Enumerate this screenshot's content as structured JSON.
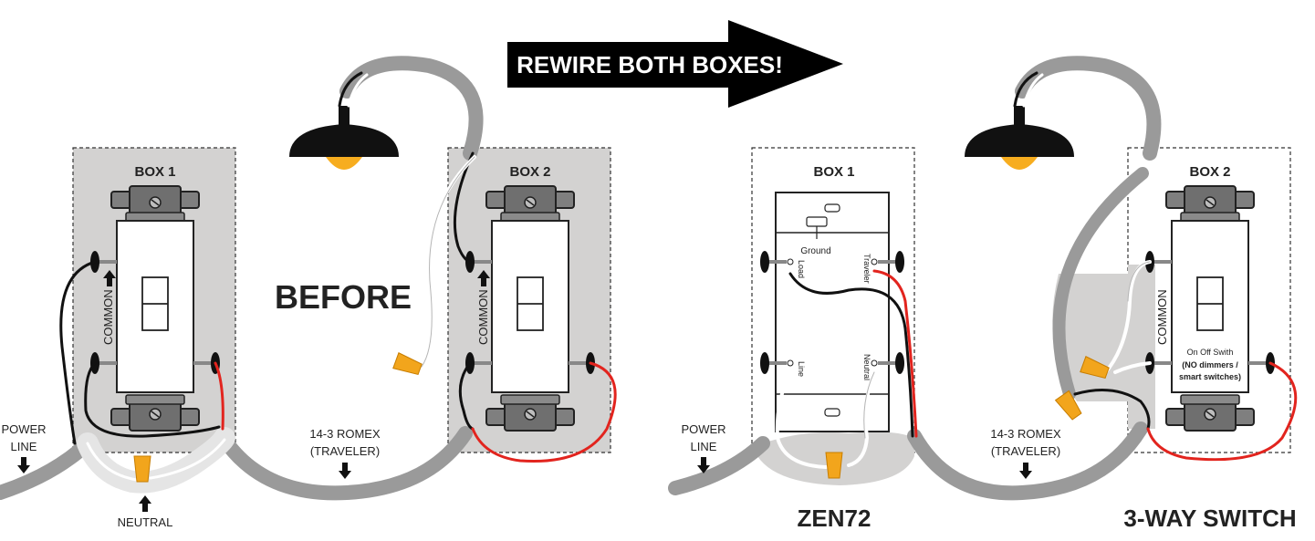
{
  "banner": {
    "text": "REWIRE BOTH BOXES!"
  },
  "before": {
    "title": "BEFORE",
    "box1_label": "BOX 1",
    "box2_label": "BOX 2",
    "common_label": "COMMON",
    "power_line": [
      "POWER",
      "LINE"
    ],
    "neutral_label": "NEUTRAL",
    "traveler": [
      "14-3 ROMEX",
      "(TRAVELER)"
    ]
  },
  "after": {
    "box1_label": "BOX 1",
    "box2_label": "BOX 2",
    "common_label": "COMMON",
    "power_line": [
      "POWER",
      "LINE"
    ],
    "traveler": [
      "14-3 ROMEX",
      "(TRAVELER)"
    ],
    "zen72": {
      "ground": "Ground",
      "load": "Load",
      "line": "Line",
      "traveler": "Traveler",
      "neutral": "Neutral"
    },
    "switch_note": {
      "line1": "On Off Swith",
      "line2": "(NO dimmers /",
      "line3": "smart switches)"
    },
    "caption_left": "ZEN72",
    "caption_right": "3-WAY SWITCH"
  },
  "colors": {
    "box_fill": "#d3d2d1",
    "cable": "#9a9a9a",
    "hot": "#111111",
    "traveler_red": "#e2241e",
    "neutral_white": "#ffffff",
    "wire_nut": "#f2a51c",
    "bulb": "#f7ad1f"
  }
}
